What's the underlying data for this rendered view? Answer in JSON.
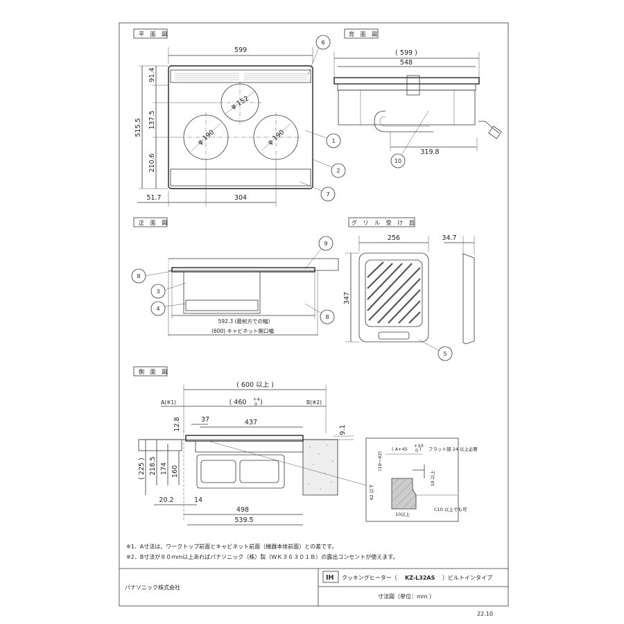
{
  "views": {
    "plan": "平 面 図",
    "back": "背 面 図",
    "front": "正 面 図",
    "grill": "グ リ ル 受 け 皿",
    "side": "側 面 図"
  },
  "plan": {
    "width": "599",
    "top": "91.4",
    "depth": "515.5",
    "mid": "137.5",
    "lower": "210.6",
    "left_off": "51.7",
    "burner_pitch": "304",
    "burner_top": "φ 152",
    "burner_left": "φ 190",
    "burner_right": "φ 190"
  },
  "back": {
    "overall": "( 599 )",
    "inner": "548",
    "cord": "319.8"
  },
  "front": {
    "width": "592.3 (最前方での幅)",
    "cabinet": "(600) キャビネット開口幅"
  },
  "grill": {
    "width": "256",
    "thick": "34.7",
    "depth": "347"
  },
  "side": {
    "min600": "( 600 以上 )",
    "a_label": "A(※1)",
    "b_label": "B(※2)",
    "d460": "( 460",
    "tol": "+4",
    "tol2": "0",
    "d460b": ")",
    "d12": "12.8",
    "d37": "37",
    "d437": "437",
    "d9": "9.1",
    "d225": "( 225 )",
    "d218": "218.5",
    "d174": "174",
    "d160": "160",
    "d20": "20.2",
    "d14": "14",
    "d498": "498",
    "d539": "539.5"
  },
  "detail": {
    "a45": "( A+45",
    "tol": "+10",
    "tol2": "0",
    "close": ")",
    "flat": "フラット部 24 以上必要",
    "range": "(10～42)",
    "h42": "42 以下",
    "h10": "10 以上",
    "w10": "10以上",
    "c10": "C10 以上でも可"
  },
  "callouts": [
    "1",
    "2",
    "3",
    "4",
    "5",
    "6",
    "7",
    "8",
    "8",
    "9",
    "10"
  ],
  "notes": {
    "n1": "※1．A寸法は、ワークトップ前面とキャビネット前面（機器本体前面）との差です。",
    "n2": "※2．B寸法が８０ｍｍ以上あればパナソニック（株）製（ＷＫ３６３０１Ｂ）の露出コンセントが使えます。"
  },
  "titleblock": {
    "company": "パナソニック株式会社",
    "ih": "IH",
    "product_a": "クッキングヒーター（",
    "model": "KZ-L32AS",
    "product_b": "）ビルトインタイプ",
    "drawing": "寸法図（単位：mm ）",
    "date": "22.10"
  }
}
